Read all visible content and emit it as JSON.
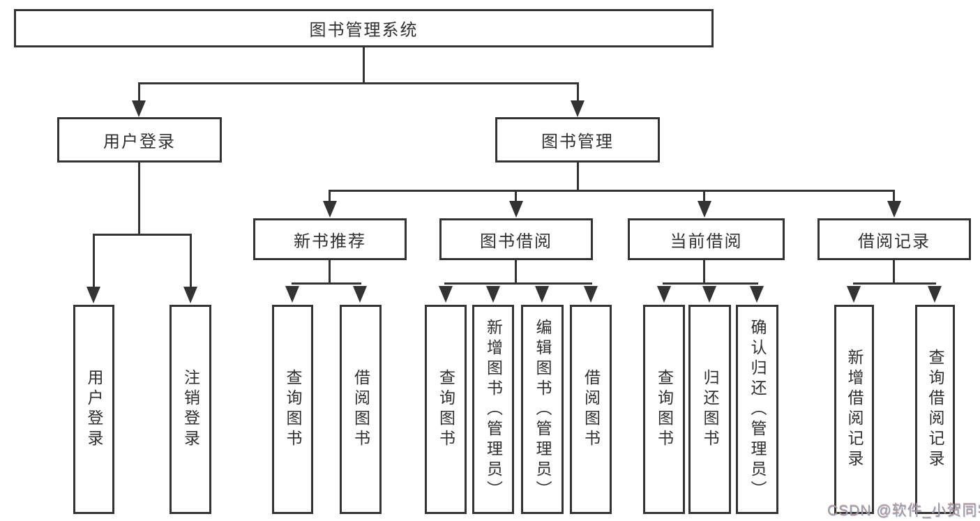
{
  "diagram": {
    "root": {
      "label": "图书管理系统"
    },
    "level2": [
      {
        "label": "用户登录"
      },
      {
        "label": "图书管理"
      }
    ],
    "level3": [
      {
        "label": "新书推荐"
      },
      {
        "label": "图书借阅"
      },
      {
        "label": "当前借阅"
      },
      {
        "label": "借阅记录"
      }
    ],
    "leaves": {
      "user_login": [
        "用户登录",
        "注销登录"
      ],
      "new_book": [
        "查询图书",
        "借阅图书"
      ],
      "book_borrow": [
        "查询图书",
        "新增图书（管理员）",
        "编辑图书（管理员）",
        "借阅图书"
      ],
      "current_borrow": [
        "查询图书",
        "归还图书",
        "确认归还（管理员）"
      ],
      "borrow_records": [
        "新增借阅记录",
        "查询借阅记录"
      ]
    }
  },
  "watermark": {
    "text": "CSDN @软件_小贺同学"
  },
  "colors": {
    "line": "#333333",
    "text": "#2f2f2f",
    "watermark": "#9c9c9c",
    "background": "#ffffff"
  }
}
